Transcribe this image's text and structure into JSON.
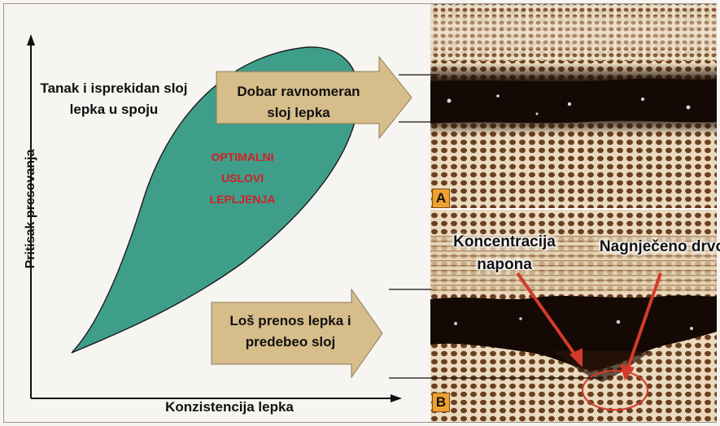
{
  "labels": {
    "thin_layer": "Tanak i isprekidan sloj lepka u spoju",
    "optimal": "OPTIMALNI USLOVI LEPLJENJA",
    "good_layer": "Dobar ravnomeran sloj lepka",
    "poor_transfer": "Loš prenos lepka i predebeo sloj",
    "y_axis": "Pritisak presovanja",
    "x_axis": "Konzistencija lepka",
    "stress_concentration": "Koncentracija napona",
    "crushed_wood": "Nagnječeno drvo",
    "panel_a": "A",
    "panel_b": "B"
  },
  "colors": {
    "optimal_region": "#3f9e8a",
    "arrow_fill": "#d6bd8a",
    "optimal_text": "#d02025",
    "glue_line": "#1a0e06",
    "wood": "#c8a27a",
    "panel_tag": "#f0a030",
    "pointer_arrow": "#d43a2a"
  }
}
